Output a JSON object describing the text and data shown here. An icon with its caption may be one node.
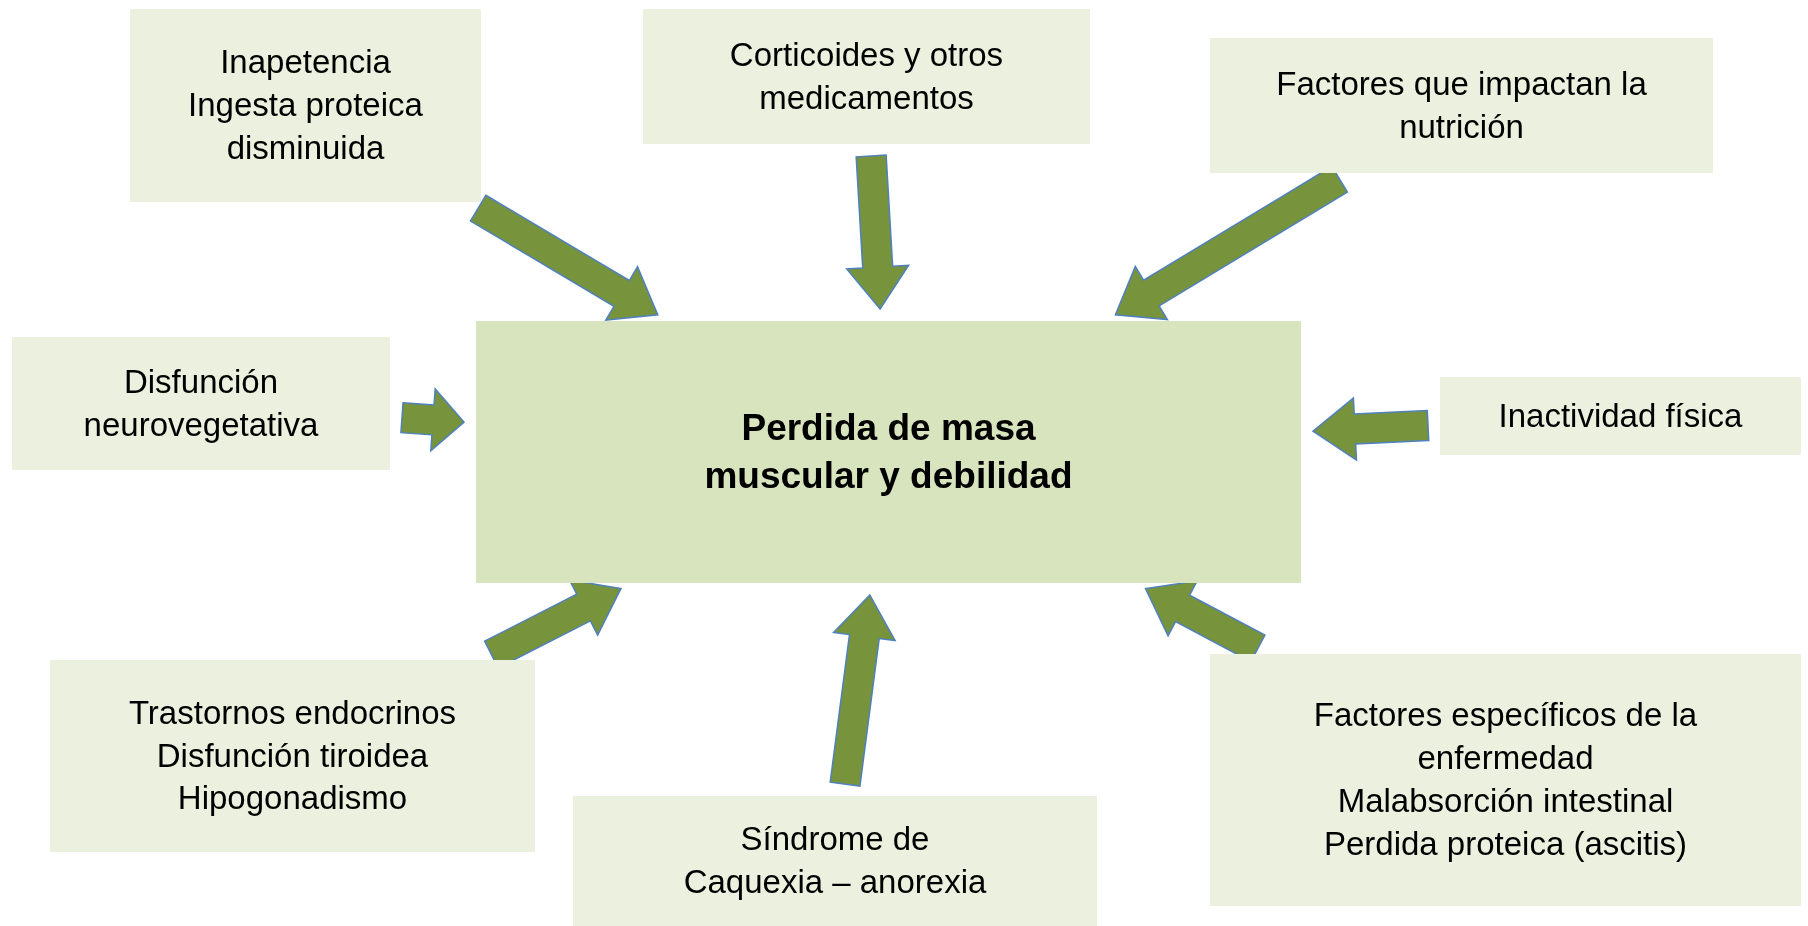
{
  "diagram": {
    "nodes": [
      {
        "text": [
          "Inapetencia",
          "Ingesta proteica disminuida"
        ]
      },
      {
        "text": [
          "Corticoides y otros medicamentos"
        ]
      },
      {
        "text": [
          "Factores que impactan la nutrición"
        ]
      },
      {
        "text": [
          "Disfunción neurovegetativa"
        ]
      },
      {
        "text": [
          "Perdida de masa muscular y debilidad"
        ]
      },
      {
        "text": [
          "Inactividad física"
        ]
      },
      {
        "text": [
          "Trastornos endocrinos",
          "Disfunción tiroidea",
          "Hipogonadismo"
        ]
      },
      {
        "text": [
          "Síndrome de Caquexia – anorexia"
        ]
      },
      {
        "text": [
          "Factores específicos de la enfermedad",
          "Malabsorción intestinal",
          "Perdida proteica (ascitis)"
        ]
      }
    ],
    "edges": [
      {
        "from": 0,
        "to": 4,
        "arrow": "to"
      },
      {
        "from": 1,
        "to": 4,
        "arrow": "to"
      },
      {
        "from": 2,
        "to": 4,
        "arrow": "to"
      },
      {
        "from": 3,
        "to": 4,
        "arrow": "to"
      },
      {
        "from": 5,
        "to": 4,
        "arrow": "to"
      },
      {
        "from": 6,
        "to": 4,
        "arrow": "to"
      },
      {
        "from": 7,
        "to": 4,
        "arrow": "to"
      },
      {
        "from": 8,
        "to": 4,
        "arrow": "to"
      }
    ]
  }
}
